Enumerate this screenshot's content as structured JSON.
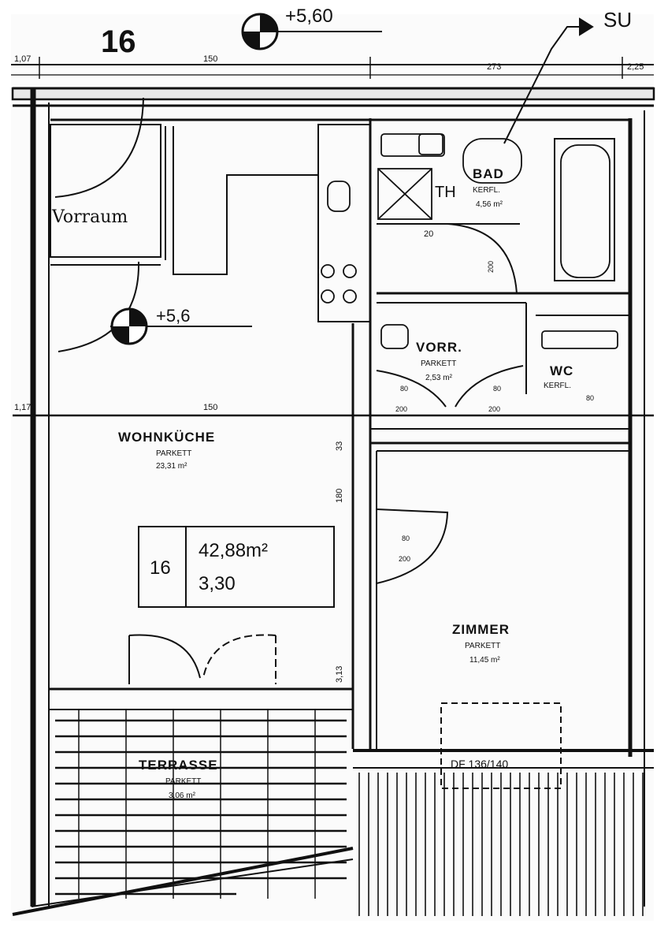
{
  "plan": {
    "unit_number": "16",
    "top_level": "+5,60",
    "mid_level": "+5,6",
    "top_right_note": "SU",
    "handwritten_note": "Vorraum",
    "dimensions": {
      "top_left": "1,07",
      "top_mid": "150",
      "top_mid2": "273",
      "top_right": "2,25",
      "left_mid": "1,17",
      "mid_line": "150",
      "vert_a": "33",
      "vert_b": "180",
      "vert_c": "3,13",
      "door_a1": "80",
      "door_a2": "200",
      "door_b1": "80",
      "door_b2": "200",
      "door_c1": "80",
      "door_c2": "200",
      "bath_door": "200",
      "bath_width": "20",
      "wc_door": "80"
    },
    "rooms": {
      "wohnkueche": {
        "name": "WOHNKÜCHE",
        "floor": "PARKETT",
        "area": "23,31 m²"
      },
      "bad": {
        "name": "BAD",
        "floor": "KERFL.",
        "area": "4,56 m²"
      },
      "vorr": {
        "name": "VORR.",
        "floor": "PARKETT",
        "area": "2,53 m²"
      },
      "wc": {
        "name": "WC",
        "floor": "KERFL.",
        "area": ""
      },
      "zimmer": {
        "name": "ZIMMER",
        "floor": "PARKETT",
        "area": "11,45 m²"
      },
      "terrasse": {
        "name": "TERRASSE",
        "floor": "PARKETT",
        "area": "3,06 m²"
      }
    },
    "info_box": {
      "unit": "16",
      "area": "42,88m²",
      "height": "3,30"
    },
    "bath_labels": {
      "th": "TH",
      "window_note": "DF 136/140"
    }
  }
}
